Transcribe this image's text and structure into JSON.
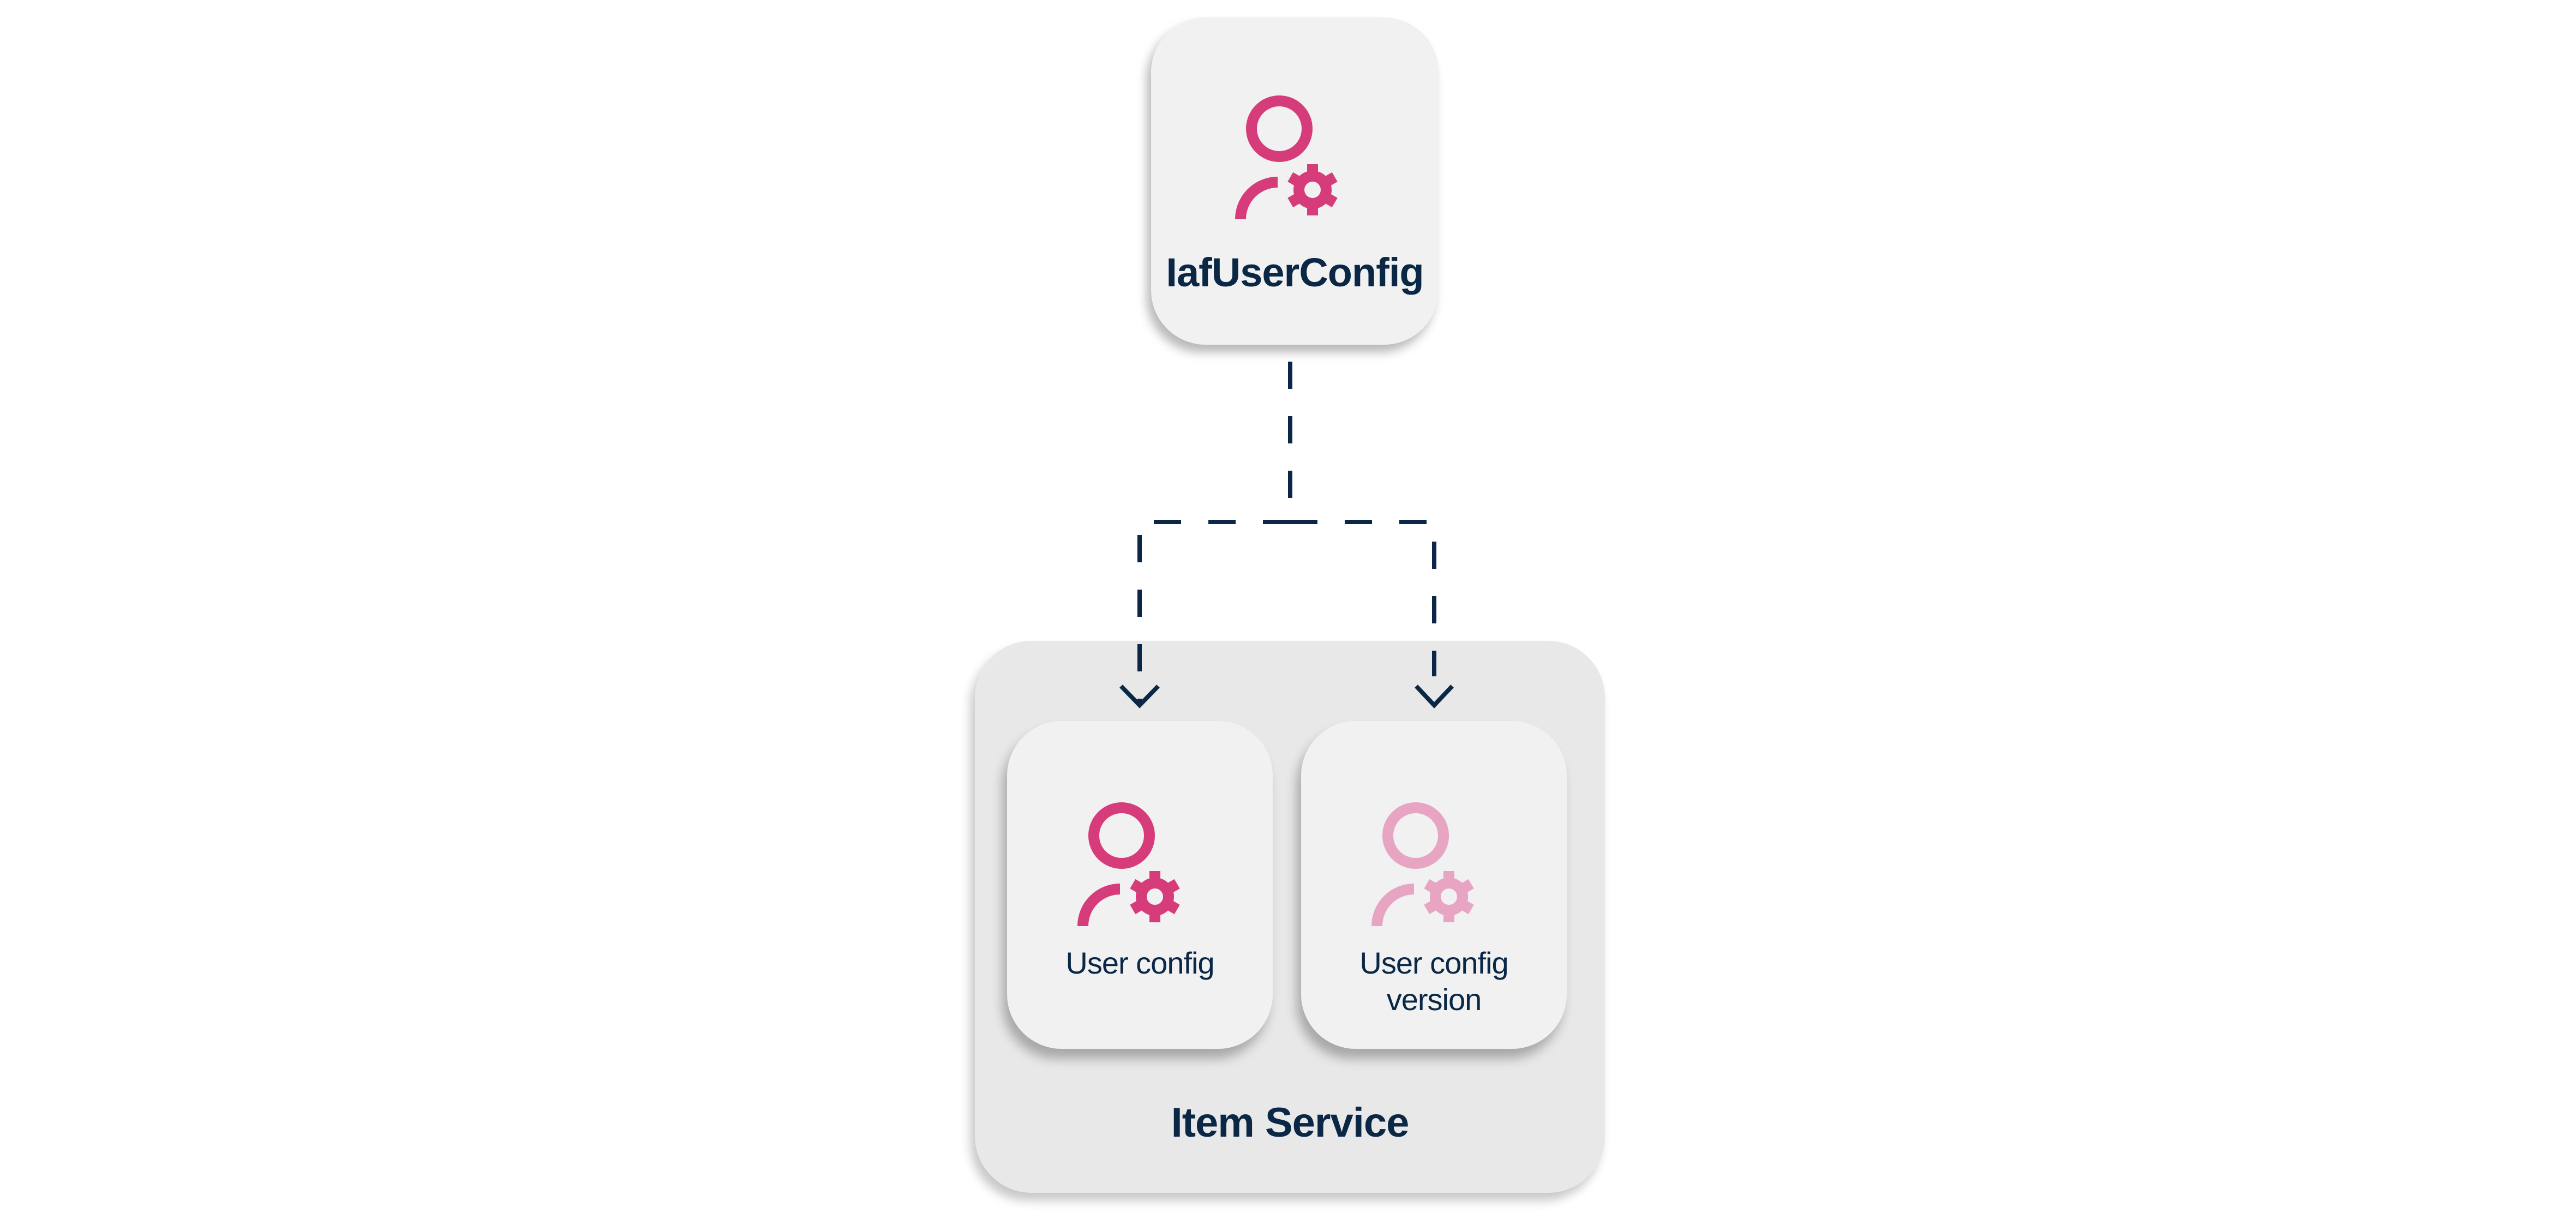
{
  "colors": {
    "accent": "#D63B7A",
    "accent_light": "#E8A4C3",
    "text": "#0A2745",
    "connector": "#0A2745",
    "box_fill": "#F1F1F1",
    "group_fill": "#E8E8E8"
  },
  "source_node": {
    "title": "IafUserConfig",
    "icon": "user-gear-icon"
  },
  "group": {
    "label": "Item Service",
    "cards": [
      {
        "label": "User config",
        "icon": "user-gear-icon",
        "icon_variant": "accent"
      },
      {
        "label": "User config version",
        "icon": "user-gear-icon",
        "icon_variant": "accent_light"
      }
    ]
  },
  "connectors": [
    {
      "from": "IafUserConfig",
      "to": "User config",
      "style": "dashed",
      "arrow": "chevron"
    },
    {
      "from": "IafUserConfig",
      "to": "User config version",
      "style": "dashed",
      "arrow": "chevron"
    }
  ]
}
